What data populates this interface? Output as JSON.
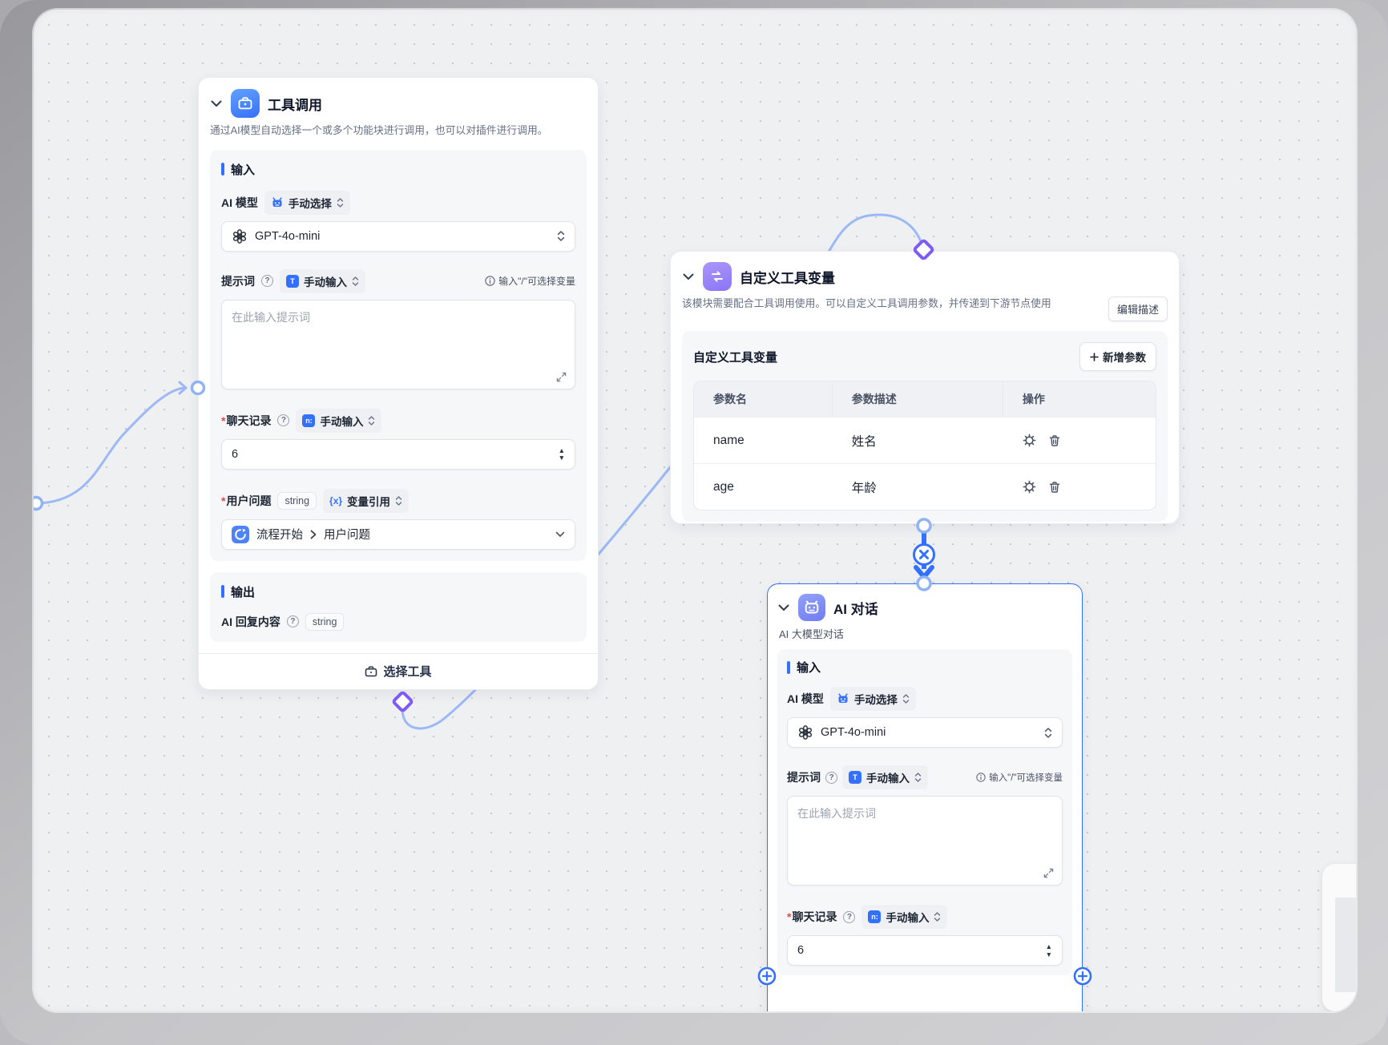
{
  "nodes": {
    "tool_call": {
      "title": "工具调用",
      "description": "通过AI模型自动选择一个或多个功能块进行调用，也可以对插件进行调用。",
      "input_section": "输入",
      "output_section": "输出",
      "ai_model": {
        "label": "AI 模型",
        "mode": "手动选择",
        "model": "GPT-4o-mini"
      },
      "prompt": {
        "label": "提示词",
        "mode": "手动输入",
        "hint": "输入\"/\"可选择变量",
        "placeholder": "在此输入提示词"
      },
      "chat_history": {
        "label": "聊天记录",
        "mode": "手动输入",
        "value": "6"
      },
      "user_question": {
        "label": "用户问题",
        "type": "string",
        "mode": "变量引用",
        "ref_source": "流程开始",
        "ref_field": "用户问题"
      },
      "output": {
        "label": "AI 回复内容",
        "type": "string"
      },
      "footer_button": "选择工具"
    },
    "custom_tool_vars": {
      "title": "自定义工具变量",
      "description": "该模块需要配合工具调用使用。可以自定义工具调用参数，并传递到下游节点使用",
      "edit_description_button": "编辑描述",
      "panel_title": "自定义工具变量",
      "add_param_button": "新增参数",
      "table": {
        "headers": [
          "参数名",
          "参数描述",
          "操作"
        ],
        "rows": [
          {
            "param": "name",
            "desc": "姓名"
          },
          {
            "param": "age",
            "desc": "年龄"
          }
        ]
      }
    },
    "ai_chat": {
      "title": "AI 对话",
      "subtitle": "AI 大模型对话",
      "input_section": "输入",
      "ai_model": {
        "label": "AI 模型",
        "mode": "手动选择",
        "model": "GPT-4o-mini"
      },
      "prompt": {
        "label": "提示词",
        "mode": "手动输入",
        "hint": "输入\"/\"可选择变量",
        "placeholder": "在此输入提示词"
      },
      "chat_history": {
        "label": "聊天记录",
        "mode": "手动输入",
        "value": "6"
      }
    }
  },
  "icons": {
    "text_type_glyph": "T",
    "number_type_glyph": "n:",
    "variable_glyph": "{x}"
  },
  "colors": {
    "accent_blue": "#3370ff",
    "edge_blue": "#9cb8f5",
    "diamond_purple": "#7c5cf5",
    "selected_border": "#3370ff"
  }
}
